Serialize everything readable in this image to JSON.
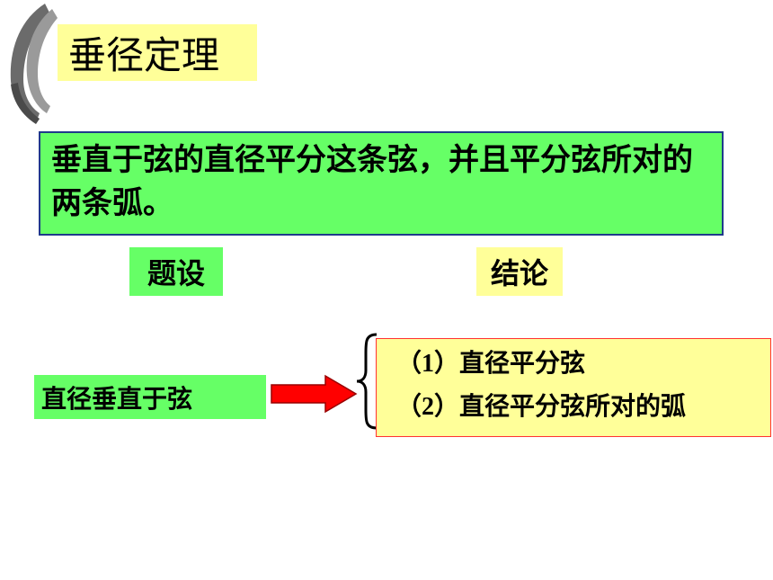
{
  "slide": {
    "title": "垂径定理",
    "theorem": "垂直于弦的直径平分这条弦，并且平分弦所对的两条弧。",
    "hypothesis_label": "题设",
    "conclusion_label": "结论",
    "condition": "直径垂直于弦",
    "results": [
      {
        "open": "（",
        "num": "1",
        "close": "）",
        "text": "直径平分弦"
      },
      {
        "open": "（",
        "num": "2",
        "close": "）",
        "text": "直径平分弦所对的弧"
      }
    ],
    "colors": {
      "yellow": "#ffff99",
      "green": "#66ff66",
      "arrow": "#ff0000",
      "theorem_border": "#1f3a8a",
      "results_border": "#ff3333"
    },
    "icons": [
      "corner-swirl-decoration-icon",
      "right-arrow-icon",
      "curly-brace-icon"
    ]
  }
}
